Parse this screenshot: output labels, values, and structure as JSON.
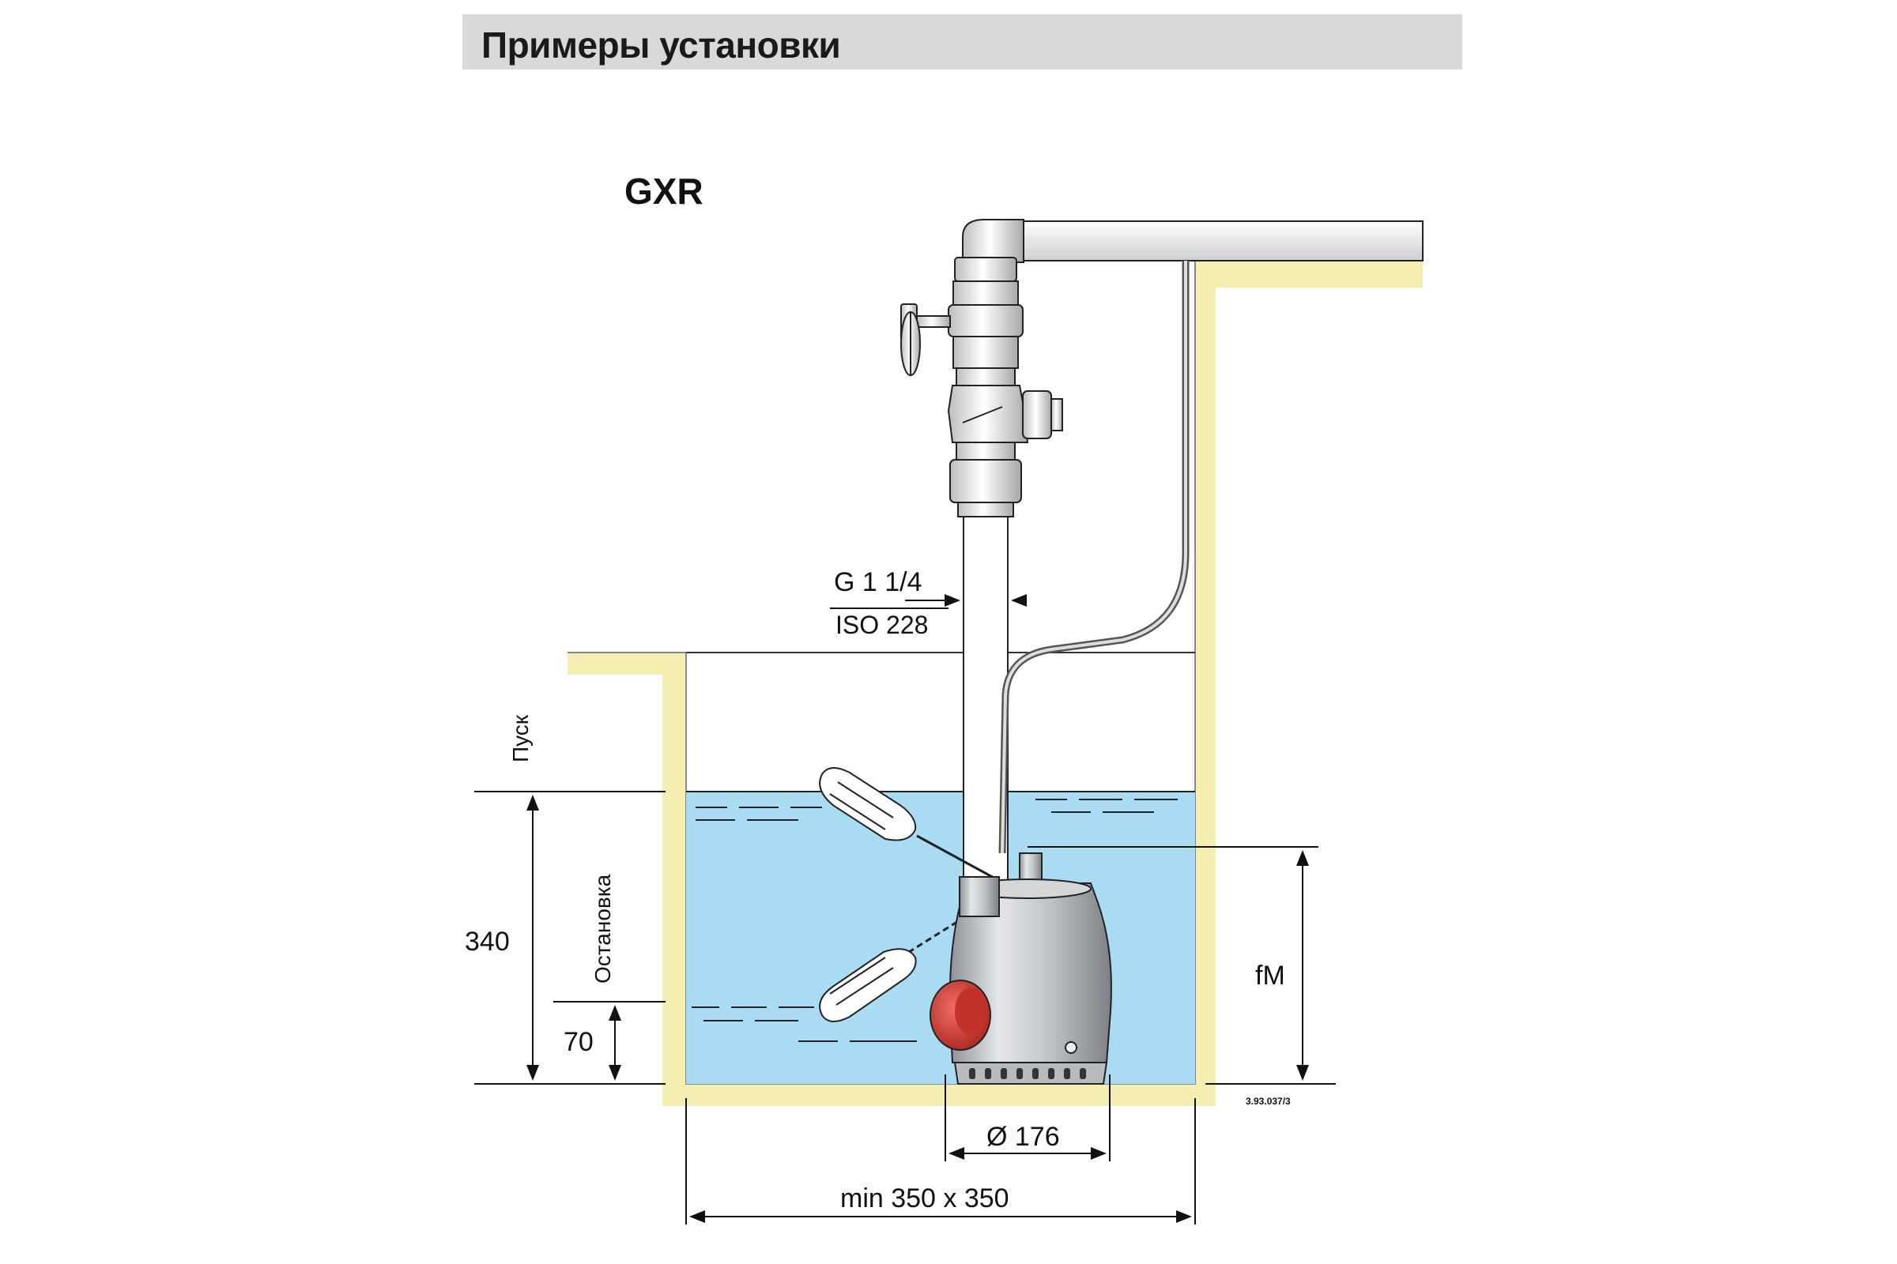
{
  "header": {
    "title": "Примеры установки"
  },
  "diagram": {
    "model": "GXR",
    "pipe_thread_line1": "G 1 1/4",
    "pipe_thread_line2": "ISO 228",
    "start_label": "Пуск",
    "stop_label": "Остановка",
    "dim_start_level": "340",
    "dim_stop_level": "70",
    "dim_pump_height": "fM",
    "dim_pump_diameter": "Ø 176",
    "dim_pit_size": "min 350 x 350",
    "drawing_code": "3.93.037/3"
  },
  "colors": {
    "header_bg": "#d9d9d9",
    "wall": "#f4eeb0",
    "water": "#a9dcf2",
    "pump_body": "#c9ccd0",
    "float_switch": "#d9382e",
    "line": "#111111"
  }
}
